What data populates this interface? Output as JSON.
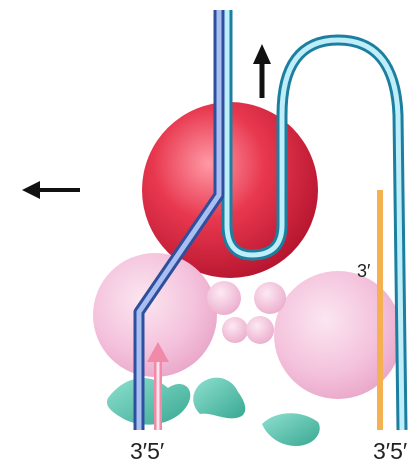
{
  "labels": {
    "bottom_left": "3′5′",
    "bottom_right": "3′5′",
    "side_strand_end": "3′"
  },
  "colors": {
    "background": "#ffffff",
    "large_red_sphere": "#e8384f",
    "pink_spheres": "#f4c2dc",
    "blue_strand": "#4a70c8",
    "cyan_strand": "#3fb8d8",
    "orange_strand": "#f5b052",
    "pink_arrow": "#f08aa8",
    "teal_proteins": "#5cc8b4",
    "black_arrows": "#111111"
  },
  "icons": [
    "arrow-left-icon",
    "arrow-up-icon",
    "pink-arrow-up-icon"
  ]
}
